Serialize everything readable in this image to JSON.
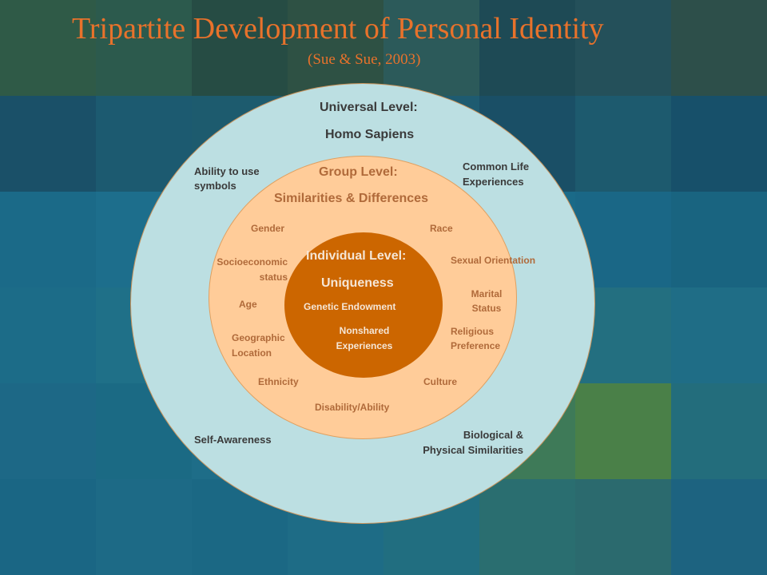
{
  "title": "Tripartite Development of Personal Identity",
  "subtitle": "(Sue & Sue, 2003)",
  "universal": {
    "heading": "Universal Level:",
    "subheading": "Homo Sapiens",
    "items": {
      "ability_symbols": "Ability to use\nsymbols",
      "common_life": "Common Life\nExperiences",
      "self_awareness": "Self-Awareness",
      "biological": "Biological &\nPhysical Similarities"
    }
  },
  "group": {
    "heading": "Group Level:",
    "subheading": "Similarities & Differences",
    "items": {
      "gender": "Gender",
      "race": "Race",
      "socioeconomic": "Socioeconomic\nstatus",
      "sexual_orientation": "Sexual Orientation",
      "age": "Age",
      "marital": "Marital\nStatus",
      "geographic": "Geographic\nLocation",
      "religious": "Religious\nPreference",
      "ethnicity": "Ethnicity",
      "culture": "Culture",
      "disability": "Disability/Ability"
    }
  },
  "individual": {
    "heading": "Individual Level:",
    "subheading": "Uniqueness",
    "items": {
      "genetic": "Genetic Endowment",
      "nonshared": "Nonshared\nExperiences"
    }
  },
  "colors": {
    "title": "#e8722b",
    "outer_circle": "#bcdfe2",
    "group_circle": "#ffcc99",
    "individual_circle": "#cc6600"
  }
}
